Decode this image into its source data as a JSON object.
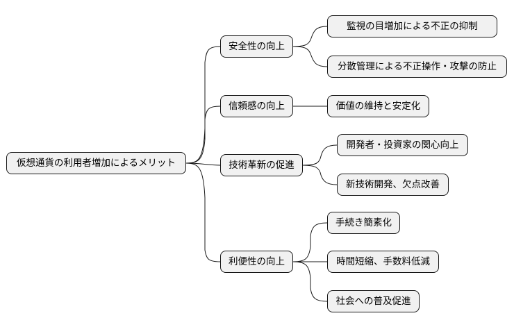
{
  "mindmap": {
    "root": "仮想通貨の利用者増加によるメリット",
    "branches": [
      {
        "label": "安全性の向上",
        "children": [
          "監視の目増加による不正の抑制",
          "分散管理による不正操作・攻撃の防止"
        ]
      },
      {
        "label": "信頼感の向上",
        "children": [
          "価値の維持と安定化"
        ]
      },
      {
        "label": "技術革新の促進",
        "children": [
          "開発者・投資家の関心向上",
          "新技術開発、欠点改善"
        ]
      },
      {
        "label": "利便性の向上",
        "children": [
          "手続き簡素化",
          "時間短縮、手数料低減",
          "社会への普及促進"
        ]
      }
    ]
  },
  "colors": {
    "node_fill": "#f1f1f1",
    "node_border": "#181818",
    "line": "#181818"
  }
}
